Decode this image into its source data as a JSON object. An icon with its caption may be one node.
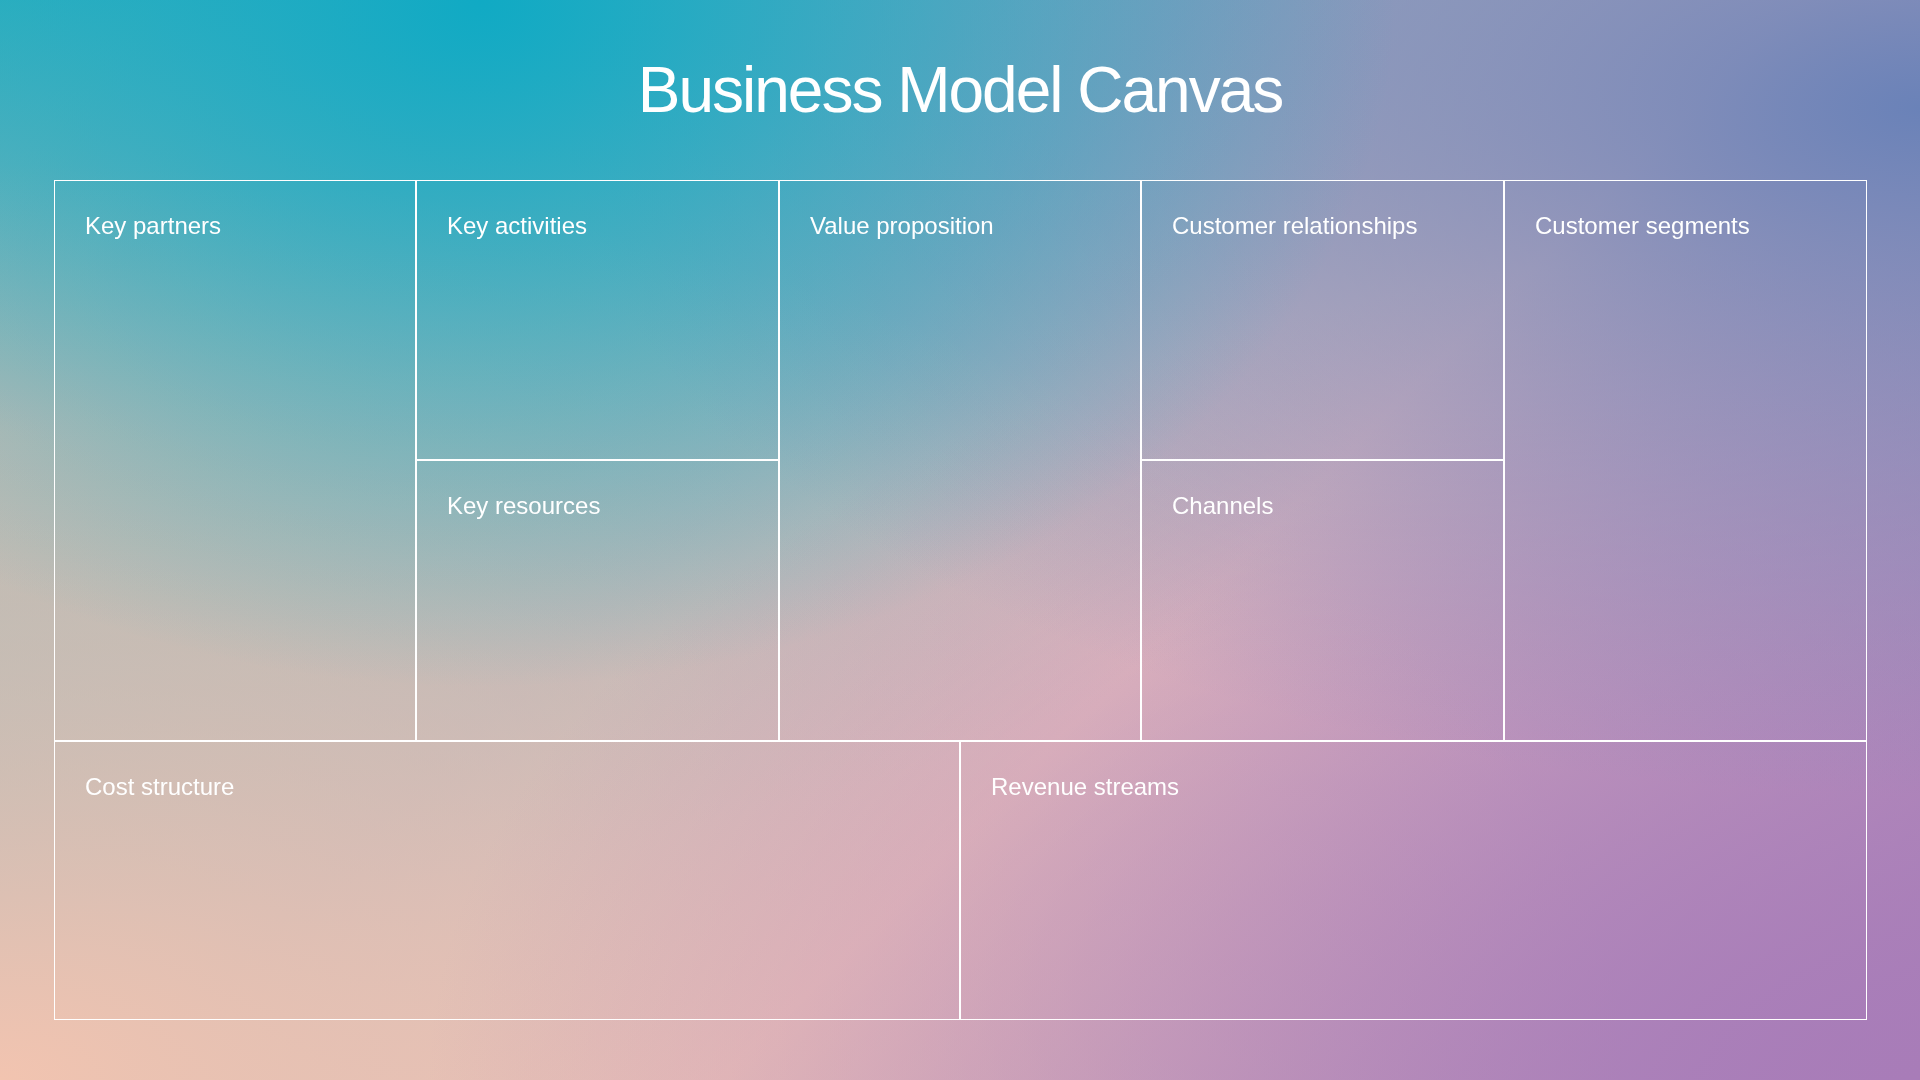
{
  "diagram": {
    "title": "Business Model Canvas",
    "nodes": [
      {
        "text": [
          "Key partners"
        ]
      },
      {
        "text": [
          "Key activities"
        ]
      },
      {
        "text": [
          "Key resources"
        ]
      },
      {
        "text": [
          "Value proposition"
        ]
      },
      {
        "text": [
          "Customer relationships"
        ]
      },
      {
        "text": [
          "Channels"
        ]
      },
      {
        "text": [
          "Customer segments"
        ]
      },
      {
        "text": [
          "Cost structure"
        ]
      },
      {
        "text": [
          "Revenue streams"
        ]
      }
    ]
  }
}
